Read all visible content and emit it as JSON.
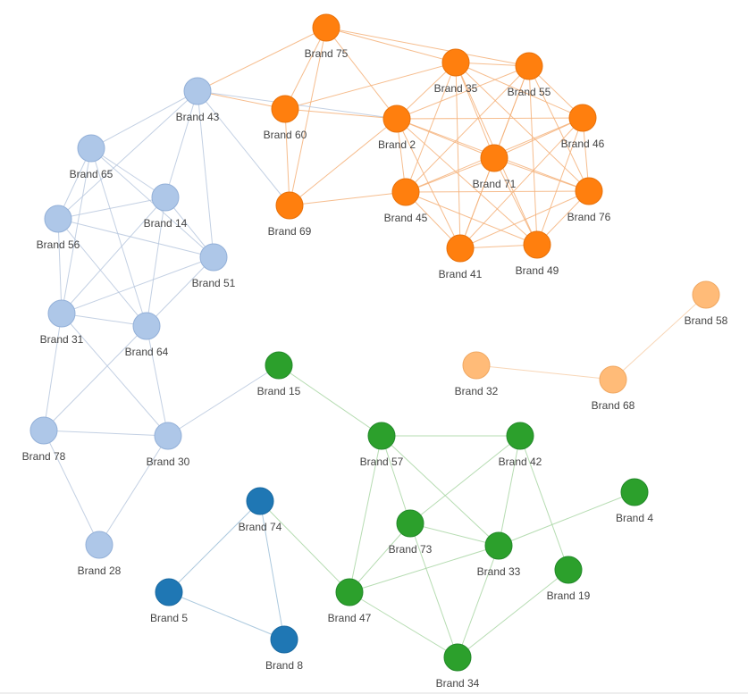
{
  "groups": {
    "light-blue": {
      "fill": "#aec7e8",
      "stroke": "#93b0d8",
      "edge": "#b9c8de"
    },
    "orange": {
      "fill": "#ff7f0e",
      "stroke": "#e8710a",
      "edge": "#f5b27a"
    },
    "light-orange": {
      "fill": "#ffbb78",
      "stroke": "#f0a862",
      "edge": "#f7cfaa"
    },
    "green": {
      "fill": "#2ca02c",
      "stroke": "#23892a",
      "edge": "#a9d6a4"
    },
    "blue": {
      "fill": "#1f77b4",
      "stroke": "#1a6aa2",
      "edge": "#9dbfd8"
    }
  },
  "nodes": [
    {
      "id": "Brand 75",
      "group": "orange"
    },
    {
      "id": "Brand 35",
      "group": "orange"
    },
    {
      "id": "Brand 55",
      "group": "orange"
    },
    {
      "id": "Brand 60",
      "group": "orange"
    },
    {
      "id": "Brand 2",
      "group": "orange"
    },
    {
      "id": "Brand 46",
      "group": "orange"
    },
    {
      "id": "Brand 71",
      "group": "orange"
    },
    {
      "id": "Brand 45",
      "group": "orange"
    },
    {
      "id": "Brand 76",
      "group": "orange"
    },
    {
      "id": "Brand 69",
      "group": "orange"
    },
    {
      "id": "Brand 41",
      "group": "orange"
    },
    {
      "id": "Brand 49",
      "group": "orange"
    },
    {
      "id": "Brand 43",
      "group": "light-blue"
    },
    {
      "id": "Brand 65",
      "group": "light-blue"
    },
    {
      "id": "Brand 14",
      "group": "light-blue"
    },
    {
      "id": "Brand 56",
      "group": "light-blue"
    },
    {
      "id": "Brand 51",
      "group": "light-blue"
    },
    {
      "id": "Brand 31",
      "group": "light-blue"
    },
    {
      "id": "Brand 64",
      "group": "light-blue"
    },
    {
      "id": "Brand 78",
      "group": "light-blue"
    },
    {
      "id": "Brand 30",
      "group": "light-blue"
    },
    {
      "id": "Brand 28",
      "group": "light-blue"
    },
    {
      "id": "Brand 58",
      "group": "light-orange"
    },
    {
      "id": "Brand 32",
      "group": "light-orange"
    },
    {
      "id": "Brand 68",
      "group": "light-orange"
    },
    {
      "id": "Brand 15",
      "group": "green"
    },
    {
      "id": "Brand 57",
      "group": "green"
    },
    {
      "id": "Brand 42",
      "group": "green"
    },
    {
      "id": "Brand 4",
      "group": "green"
    },
    {
      "id": "Brand 73",
      "group": "green"
    },
    {
      "id": "Brand 33",
      "group": "green"
    },
    {
      "id": "Brand 19",
      "group": "green"
    },
    {
      "id": "Brand 47",
      "group": "green"
    },
    {
      "id": "Brand 34",
      "group": "green"
    },
    {
      "id": "Brand 74",
      "group": "blue"
    },
    {
      "id": "Brand 5",
      "group": "blue"
    },
    {
      "id": "Brand 8",
      "group": "blue"
    }
  ],
  "links": [
    [
      "Brand 75",
      "Brand 60"
    ],
    [
      "Brand 75",
      "Brand 69"
    ],
    [
      "Brand 75",
      "Brand 2"
    ],
    [
      "Brand 75",
      "Brand 35"
    ],
    [
      "Brand 75",
      "Brand 55"
    ],
    [
      "Brand 75",
      "Brand 43"
    ],
    [
      "Brand 60",
      "Brand 69"
    ],
    [
      "Brand 60",
      "Brand 2"
    ],
    [
      "Brand 60",
      "Brand 35"
    ],
    [
      "Brand 60",
      "Brand 43"
    ],
    [
      "Brand 43",
      "Brand 2"
    ],
    [
      "Brand 43",
      "Brand 69"
    ],
    [
      "Brand 69",
      "Brand 45"
    ],
    [
      "Brand 69",
      "Brand 2"
    ],
    [
      "Brand 2",
      "Brand 35"
    ],
    [
      "Brand 2",
      "Brand 55"
    ],
    [
      "Brand 2",
      "Brand 46"
    ],
    [
      "Brand 2",
      "Brand 71"
    ],
    [
      "Brand 2",
      "Brand 45"
    ],
    [
      "Brand 2",
      "Brand 76"
    ],
    [
      "Brand 2",
      "Brand 41"
    ],
    [
      "Brand 2",
      "Brand 49"
    ],
    [
      "Brand 35",
      "Brand 55"
    ],
    [
      "Brand 35",
      "Brand 46"
    ],
    [
      "Brand 35",
      "Brand 71"
    ],
    [
      "Brand 35",
      "Brand 45"
    ],
    [
      "Brand 35",
      "Brand 76"
    ],
    [
      "Brand 35",
      "Brand 41"
    ],
    [
      "Brand 35",
      "Brand 49"
    ],
    [
      "Brand 55",
      "Brand 46"
    ],
    [
      "Brand 55",
      "Brand 71"
    ],
    [
      "Brand 55",
      "Brand 45"
    ],
    [
      "Brand 55",
      "Brand 76"
    ],
    [
      "Brand 55",
      "Brand 41"
    ],
    [
      "Brand 55",
      "Brand 49"
    ],
    [
      "Brand 46",
      "Brand 71"
    ],
    [
      "Brand 46",
      "Brand 45"
    ],
    [
      "Brand 46",
      "Brand 76"
    ],
    [
      "Brand 46",
      "Brand 41"
    ],
    [
      "Brand 46",
      "Brand 49"
    ],
    [
      "Brand 71",
      "Brand 45"
    ],
    [
      "Brand 71",
      "Brand 76"
    ],
    [
      "Brand 71",
      "Brand 41"
    ],
    [
      "Brand 71",
      "Brand 49"
    ],
    [
      "Brand 45",
      "Brand 76"
    ],
    [
      "Brand 45",
      "Brand 41"
    ],
    [
      "Brand 45",
      "Brand 49"
    ],
    [
      "Brand 76",
      "Brand 41"
    ],
    [
      "Brand 76",
      "Brand 49"
    ],
    [
      "Brand 41",
      "Brand 49"
    ],
    [
      "Brand 43",
      "Brand 65"
    ],
    [
      "Brand 43",
      "Brand 14"
    ],
    [
      "Brand 43",
      "Brand 56"
    ],
    [
      "Brand 43",
      "Brand 51"
    ],
    [
      "Brand 65",
      "Brand 14"
    ],
    [
      "Brand 65",
      "Brand 56"
    ],
    [
      "Brand 65",
      "Brand 51"
    ],
    [
      "Brand 65",
      "Brand 31"
    ],
    [
      "Brand 65",
      "Brand 64"
    ],
    [
      "Brand 14",
      "Brand 56"
    ],
    [
      "Brand 14",
      "Brand 51"
    ],
    [
      "Brand 14",
      "Brand 31"
    ],
    [
      "Brand 14",
      "Brand 64"
    ],
    [
      "Brand 56",
      "Brand 51"
    ],
    [
      "Brand 56",
      "Brand 31"
    ],
    [
      "Brand 56",
      "Brand 64"
    ],
    [
      "Brand 51",
      "Brand 31"
    ],
    [
      "Brand 51",
      "Brand 64"
    ],
    [
      "Brand 31",
      "Brand 64"
    ],
    [
      "Brand 31",
      "Brand 78"
    ],
    [
      "Brand 31",
      "Brand 30"
    ],
    [
      "Brand 64",
      "Brand 78"
    ],
    [
      "Brand 64",
      "Brand 30"
    ],
    [
      "Brand 78",
      "Brand 30"
    ],
    [
      "Brand 78",
      "Brand 28"
    ],
    [
      "Brand 30",
      "Brand 28"
    ],
    [
      "Brand 30",
      "Brand 15"
    ],
    [
      "Brand 58",
      "Brand 68"
    ],
    [
      "Brand 32",
      "Brand 68"
    ],
    [
      "Brand 15",
      "Brand 57"
    ],
    [
      "Brand 57",
      "Brand 42"
    ],
    [
      "Brand 57",
      "Brand 73"
    ],
    [
      "Brand 57",
      "Brand 33"
    ],
    [
      "Brand 57",
      "Brand 47"
    ],
    [
      "Brand 42",
      "Brand 73"
    ],
    [
      "Brand 42",
      "Brand 33"
    ],
    [
      "Brand 42",
      "Brand 19"
    ],
    [
      "Brand 4",
      "Brand 33"
    ],
    [
      "Brand 73",
      "Brand 33"
    ],
    [
      "Brand 73",
      "Brand 47"
    ],
    [
      "Brand 73",
      "Brand 34"
    ],
    [
      "Brand 33",
      "Brand 47"
    ],
    [
      "Brand 33",
      "Brand 34"
    ],
    [
      "Brand 19",
      "Brand 34"
    ],
    [
      "Brand 47",
      "Brand 74"
    ],
    [
      "Brand 47",
      "Brand 34"
    ],
    [
      "Brand 74",
      "Brand 5"
    ],
    [
      "Brand 74",
      "Brand 8"
    ],
    [
      "Brand 5",
      "Brand 8"
    ]
  ]
}
